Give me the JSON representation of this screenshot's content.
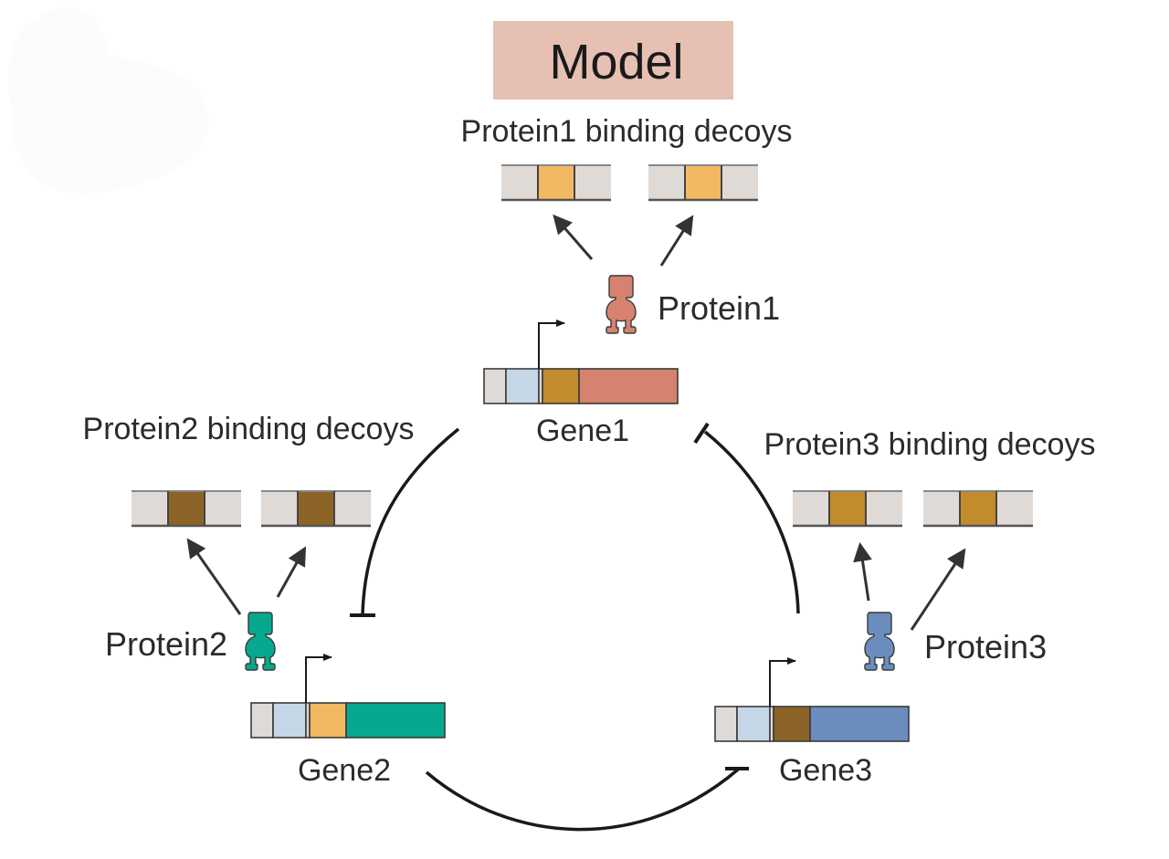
{
  "title": "Model",
  "colors": {
    "title_bg": "#e6c0b2",
    "decoy_flank": "#e0dad7",
    "promoter_light_blue": "#c5d7e6",
    "outline": "#3a3a3a",
    "line": "#1a1a1a",
    "site_protein1": "#f3b862",
    "site_protein2": "#8b6327",
    "site_protein3": "#c28b2c",
    "protein1": "#d5826f",
    "protein2": "#06a98e",
    "protein3": "#6a8dbd"
  },
  "labels": {
    "protein1_decoys": "Protein1 binding decoys",
    "protein2_decoys": "Protein2 binding decoys",
    "protein3_decoys": "Protein3 binding decoys",
    "protein1": "Protein1",
    "protein2": "Protein2",
    "protein3": "Protein3",
    "gene1": "Gene1",
    "gene2": "Gene2",
    "gene3": "Gene3"
  },
  "genes": [
    {
      "name": "Gene1",
      "binding_site_for": "Protein3",
      "encodes": "Protein1"
    },
    {
      "name": "Gene2",
      "binding_site_for": "Protein1",
      "encodes": "Protein2"
    },
    {
      "name": "Gene3",
      "binding_site_for": "Protein2",
      "encodes": "Protein3"
    }
  ],
  "repression_edges": [
    {
      "from": "Gene1",
      "to": "Gene2",
      "type": "inhibition"
    },
    {
      "from": "Gene2",
      "to": "Gene3",
      "type": "inhibition"
    },
    {
      "from": "Gene3",
      "to": "Gene1",
      "type": "inhibition"
    }
  ],
  "decoys": [
    {
      "protein": "Protein1",
      "count": 2
    },
    {
      "protein": "Protein2",
      "count": 2
    },
    {
      "protein": "Protein3",
      "count": 2
    }
  ]
}
